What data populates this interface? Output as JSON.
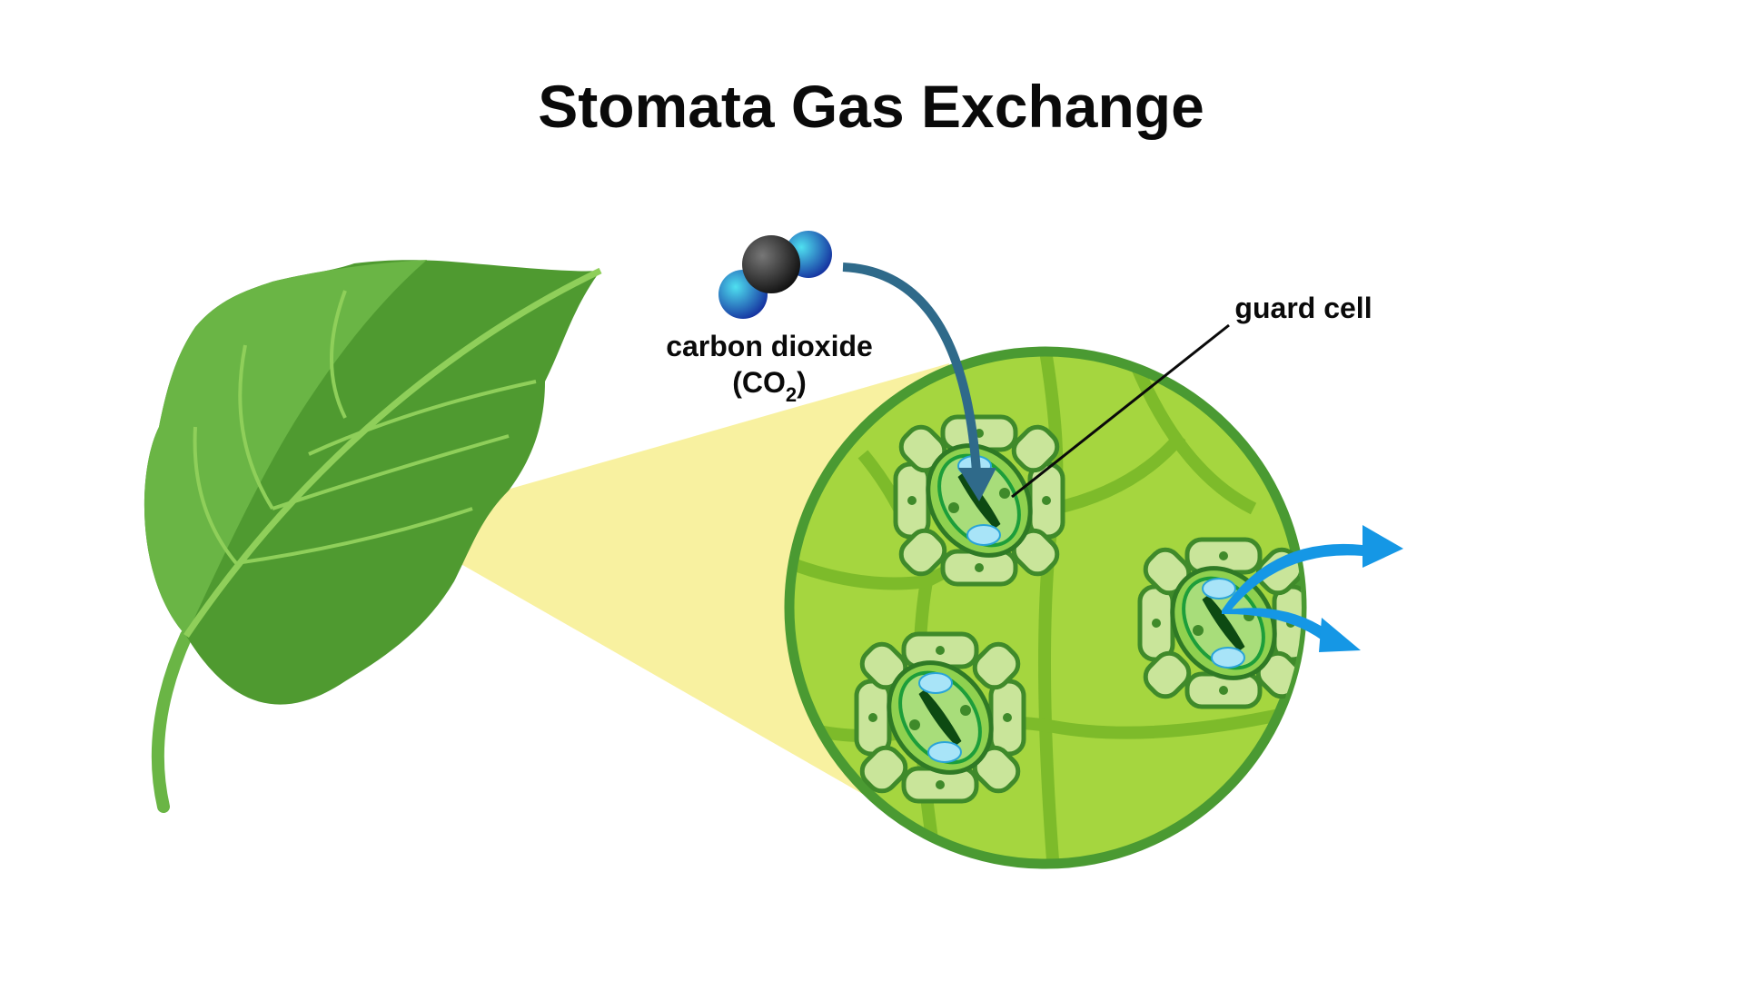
{
  "title": "Stomata Gas Exchange",
  "labels": {
    "carbon_dioxide": "carbon dioxide",
    "co2_open": "(CO",
    "co2_sub": "2",
    "co2_close": ")",
    "guard_cell": "guard cell"
  },
  "colors": {
    "leaf_dark": "#3f8a2a",
    "leaf_light": "#6ab545",
    "cell_bg": "#a5d63f",
    "circle_border": "#4a9a32",
    "magnify_cone": "#f8f1a0",
    "co2_arrow": "#2f6a8a",
    "exit_arrows": "#1597e5"
  }
}
